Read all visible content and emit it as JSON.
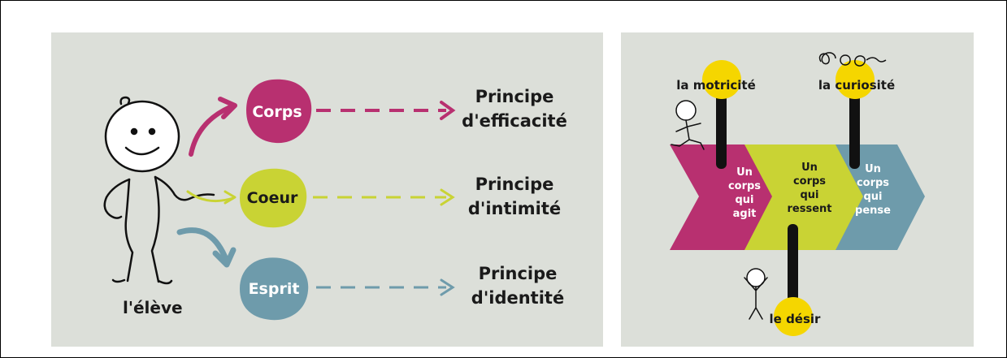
{
  "left_panel": {
    "student_label": "l'élève",
    "rows": [
      {
        "aspect": "Corps",
        "principle_line1": "Principe",
        "principle_line2": "d'efficacité",
        "color": "#b83070"
      },
      {
        "aspect": "Coeur",
        "principle_line1": "Principe",
        "principle_line2": "d'intimité",
        "color": "#c9d334"
      },
      {
        "aspect": "Esprit",
        "principle_line1": "Principe",
        "principle_line2": "d'identité",
        "color": "#6e9bab"
      }
    ]
  },
  "right_panel": {
    "pins": {
      "motricite": "la motricité",
      "curiosite": "la curiosité",
      "desir": "le désir"
    },
    "segments": [
      {
        "lines": [
          "Un",
          "corps",
          "qui",
          "agit"
        ],
        "color": "#b83070"
      },
      {
        "lines": [
          "Un",
          "corps",
          "qui",
          "ressent"
        ],
        "color": "#c9d334"
      },
      {
        "lines": [
          "Un",
          "corps",
          "qui",
          "pense"
        ],
        "color": "#6e9bab"
      }
    ],
    "pin_color": "#f5d600"
  }
}
